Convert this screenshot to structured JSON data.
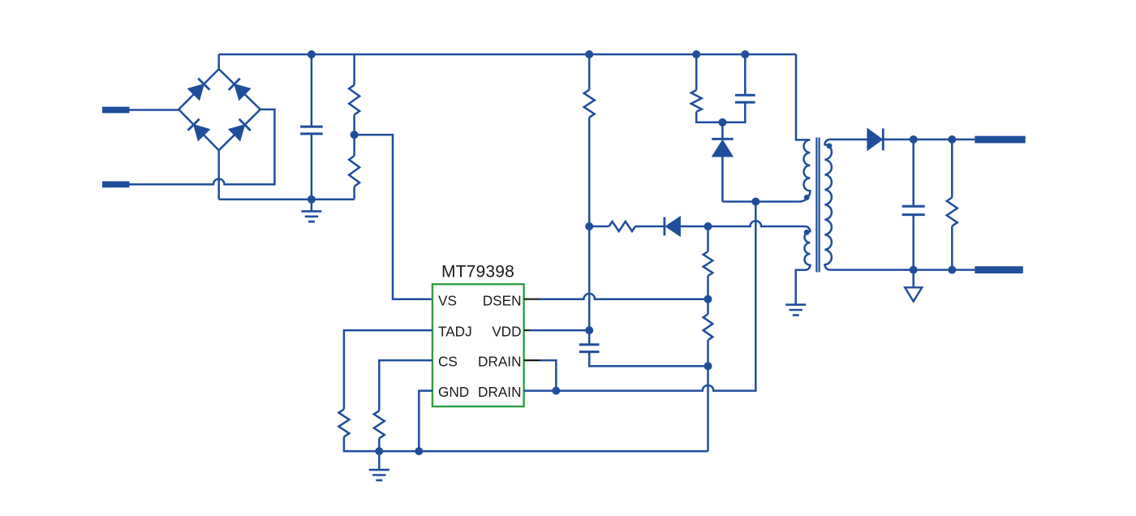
{
  "diagram": {
    "type": "circuit-schematic",
    "description": "Offline flyback power supply schematic built around the MT79398 controller"
  },
  "colors": {
    "wire": "#1F4E9B",
    "ic_border": "#2F9E41",
    "text": "#1A1A1A",
    "pin_stub": "#1A1A1A",
    "background": "#FFFFFF"
  },
  "ic": {
    "title": "MT79398",
    "pins_left": [
      "VS",
      "TADJ",
      "CS",
      "GND"
    ],
    "pins_right": [
      "DSEN",
      "VDD",
      "DRAIN",
      "DRAIN"
    ]
  },
  "components": [
    {
      "id": "ac-input-terminal-top",
      "type": "terminal"
    },
    {
      "id": "ac-input-terminal-bottom",
      "type": "terminal"
    },
    {
      "id": "bridge-rectifier",
      "type": "diode-bridge",
      "diodes": 4
    },
    {
      "id": "bulk-capacitor",
      "type": "capacitor"
    },
    {
      "id": "input-divider-upper-resistor",
      "type": "resistor"
    },
    {
      "id": "input-divider-lower-resistor",
      "type": "resistor"
    },
    {
      "id": "primary-ground",
      "type": "ground"
    },
    {
      "id": "tadj-resistor",
      "type": "resistor"
    },
    {
      "id": "cs-resistor",
      "type": "resistor"
    },
    {
      "id": "signal-ground",
      "type": "ground"
    },
    {
      "id": "vdd-dropper-resistor",
      "type": "resistor"
    },
    {
      "id": "vdd-capacitor",
      "type": "capacitor"
    },
    {
      "id": "snubber-resistor",
      "type": "resistor"
    },
    {
      "id": "snubber-capacitor",
      "type": "capacitor"
    },
    {
      "id": "snubber-diode",
      "type": "diode"
    },
    {
      "id": "aux-series-resistor",
      "type": "resistor"
    },
    {
      "id": "aux-rectifier-diode",
      "type": "diode"
    },
    {
      "id": "dsen-divider-upper-resistor",
      "type": "resistor"
    },
    {
      "id": "dsen-divider-lower-resistor",
      "type": "resistor"
    },
    {
      "id": "transformer",
      "type": "transformer",
      "windings": [
        "primary",
        "auxiliary",
        "secondary"
      ]
    },
    {
      "id": "aux-ground",
      "type": "ground"
    },
    {
      "id": "output-rectifier-diode",
      "type": "diode"
    },
    {
      "id": "output-capacitor",
      "type": "capacitor"
    },
    {
      "id": "output-load-resistor",
      "type": "resistor"
    },
    {
      "id": "output-ground",
      "type": "ground-triangle"
    },
    {
      "id": "dc-output-terminal-top",
      "type": "terminal"
    },
    {
      "id": "dc-output-terminal-bottom",
      "type": "terminal"
    }
  ]
}
